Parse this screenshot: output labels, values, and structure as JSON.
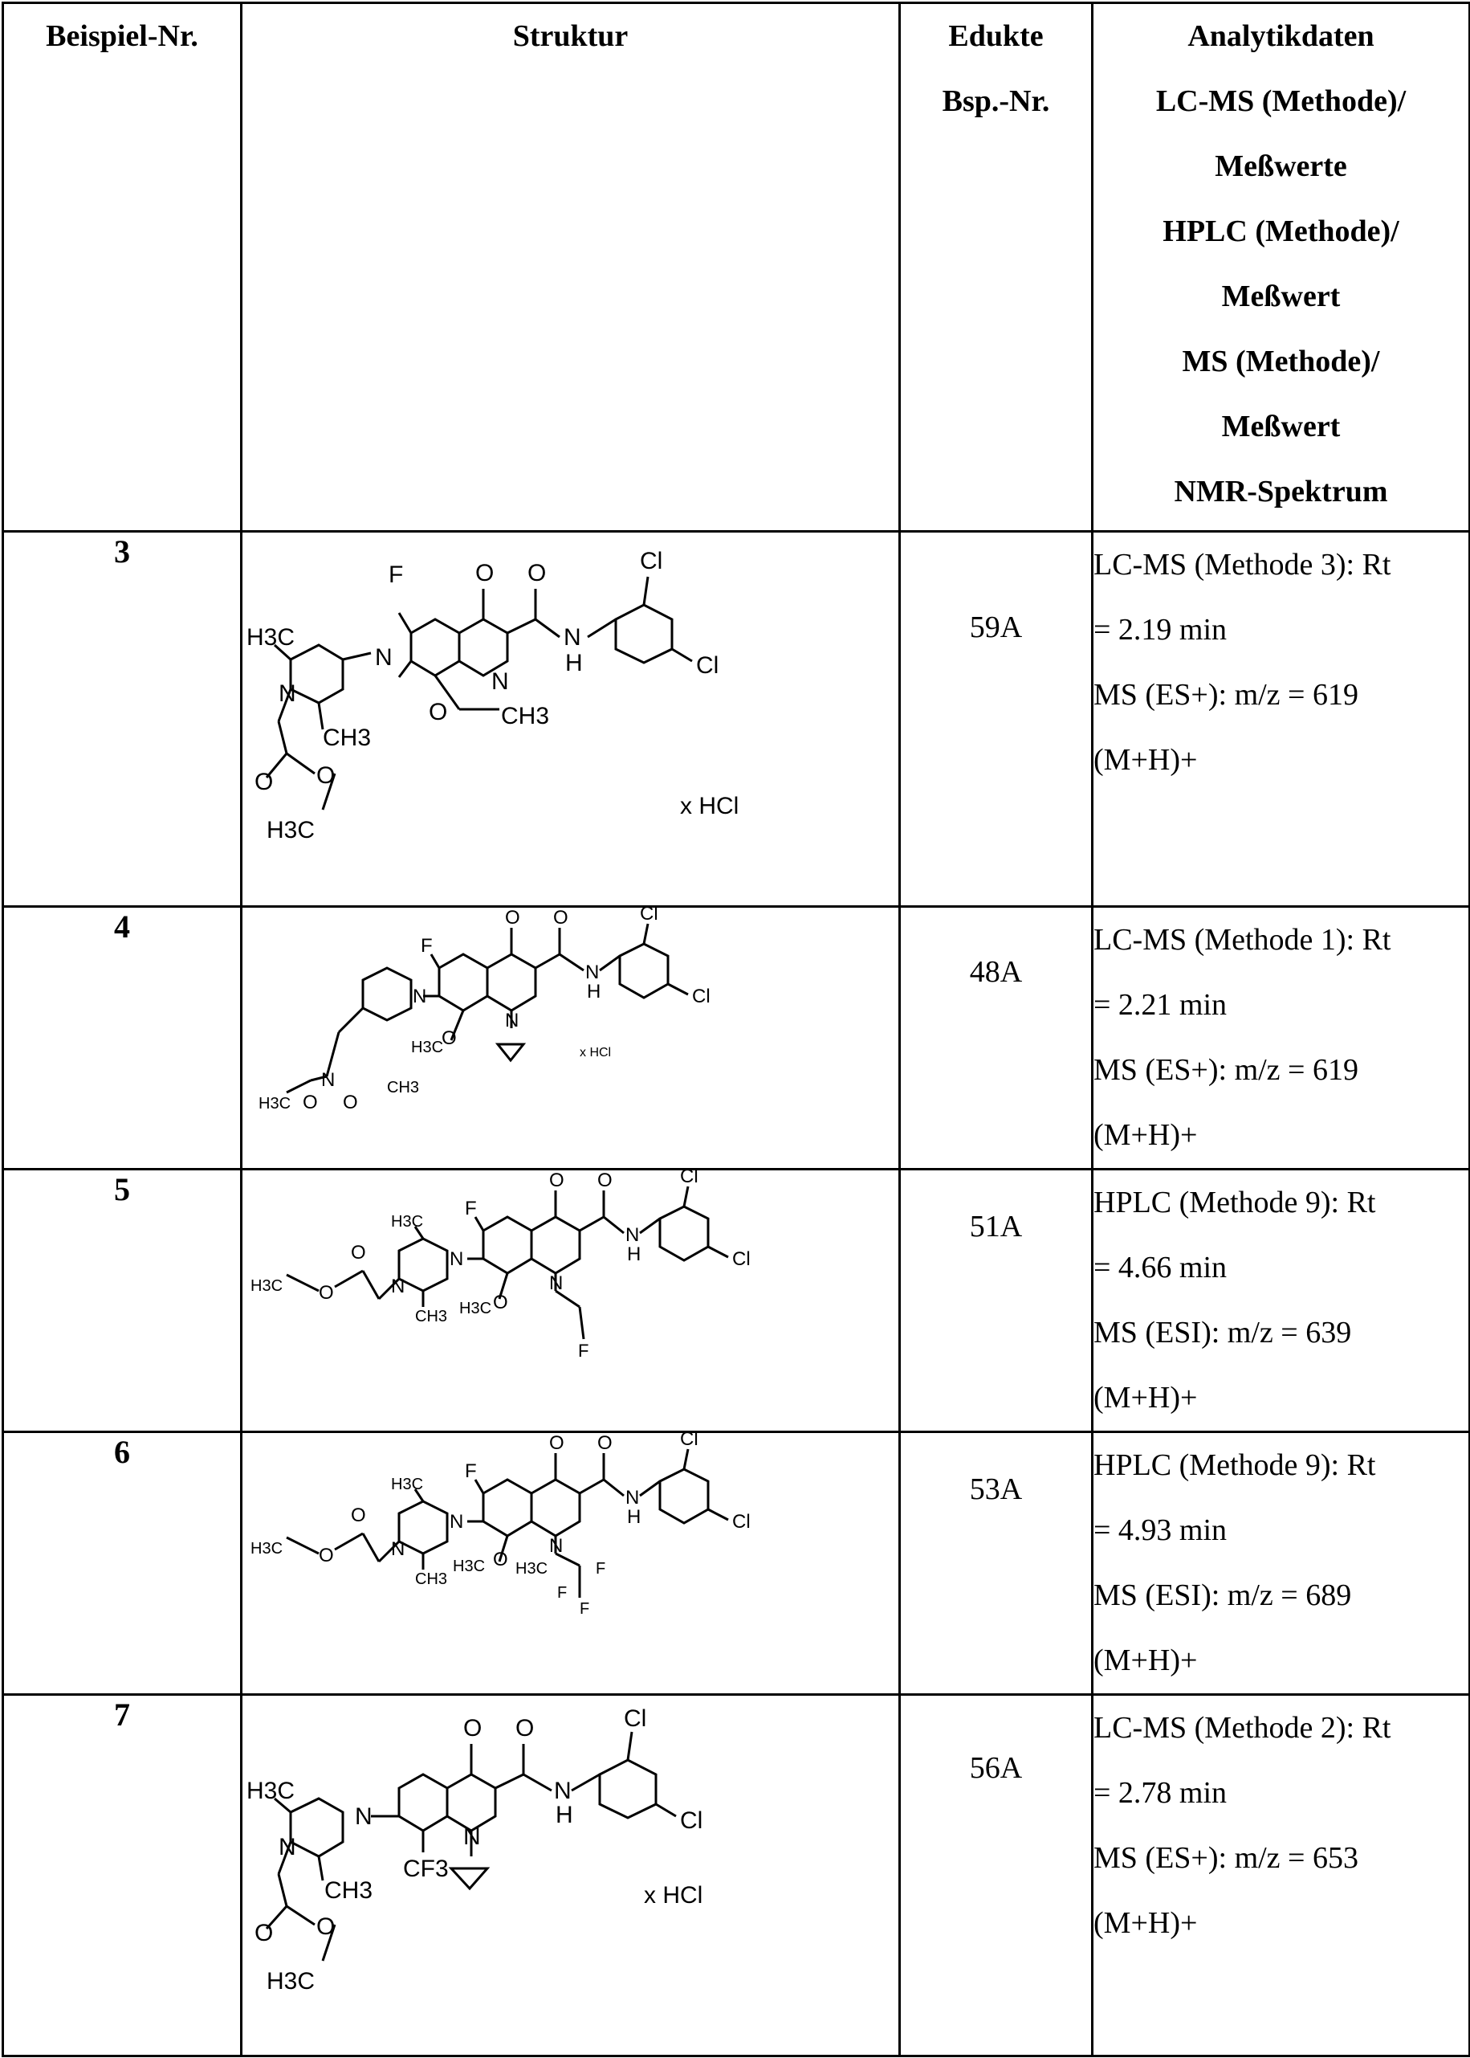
{
  "header": {
    "col1": "Beispiel-Nr.",
    "col2": "Struktur",
    "col3": [
      "Edukte",
      "Bsp.-Nr."
    ],
    "col4": [
      "Analytikdaten",
      "LC-MS (Methode)/",
      "Meßwerte",
      "HPLC (Methode)/",
      "Meßwert",
      "MS (Methode)/",
      "Meßwert",
      "NMR-Spektrum"
    ]
  },
  "rows": [
    {
      "nr": "3",
      "edukt": "59A",
      "analytik": [
        "LC-MS (Methode 3): Rt",
        "= 2.19 min",
        "MS  (ES+):  m/z = 619",
        "(M+H)+"
      ],
      "labels": {
        "F": "F",
        "O1": "O",
        "O2": "O",
        "Cl1": "Cl",
        "Cl2": "Cl",
        "NH": "N",
        "H": "H",
        "N1": "N",
        "N2": "N",
        "N3": "N",
        "O3": "O",
        "CH3a": "CH3",
        "H3C1": "H3C",
        "CH3b": "CH3",
        "O4": "O",
        "O5": "O",
        "H3C2": "H3C",
        "salt": "x HCl"
      }
    },
    {
      "nr": "4",
      "edukt": "48A",
      "analytik": [
        "LC-MS (Methode 1): Rt",
        "= 2.21 min",
        "MS  (ES+):  m/z = 619",
        "(M+H)+"
      ],
      "labels": {
        "F": "F",
        "O1": "O",
        "O2": "O",
        "Cl1": "Cl",
        "Cl2": "Cl",
        "NH": "N",
        "H": "H",
        "N1": "N",
        "N2": "N",
        "N3": "N",
        "OMe": "H3C",
        "O3": "O",
        "CH3": "CH3",
        "H3C": "H3C",
        "O4": "O",
        "O5": "O",
        "salt": "x HCl"
      }
    },
    {
      "nr": "5",
      "edukt": "51A",
      "analytik": [
        "HPLC  (Methode  9):  Rt",
        "= 4.66 min",
        "MS   (ESI):   m/z = 639",
        "(M+H)+"
      ],
      "labels": {
        "F": "F",
        "O1": "O",
        "O2": "O",
        "Cl1": "Cl",
        "Cl2": "Cl",
        "NH": "N",
        "H": "H",
        "N1": "N",
        "N2": "N",
        "N3": "N",
        "H3Ca": "H3C",
        "CH3": "CH3",
        "OMe": "H3C",
        "O3": "O",
        "H3Cb": "H3C",
        "O4": "O",
        "O5": "O",
        "F2": "F"
      }
    },
    {
      "nr": "6",
      "edukt": "53A",
      "analytik": [
        "HPLC (Methode 9): Rt",
        "= 4.93 min",
        "MS (ESI): m/z = 689",
        "(M+H)+"
      ],
      "labels": {
        "F": "F",
        "O1": "O",
        "O2": "O",
        "Cl1": "Cl",
        "Cl2": "Cl",
        "NH": "N",
        "H": "H",
        "N1": "N",
        "N2": "N",
        "N3": "N",
        "H3Ca": "H3C",
        "CH3": "CH3",
        "OMe": "H3C",
        "O3": "O",
        "H3Cb": "H3C",
        "H3Cc": "H3C",
        "O4": "O",
        "O5": "O",
        "Fa": "F",
        "Fb": "F",
        "Fc": "F"
      }
    },
    {
      "nr": "7",
      "edukt": "56A",
      "analytik": [
        "LC-MS (Methode 2): Rt",
        "= 2.78 min",
        "MS (ES+): m/z = 653",
        "(M+H)+"
      ],
      "labels": {
        "O1": "O",
        "O2": "O",
        "Cl1": "Cl",
        "Cl2": "Cl",
        "NH": "N",
        "H": "H",
        "N1": "N",
        "N2": "N",
        "N3": "N",
        "H3C1": "H3C",
        "CF3": "CF3",
        "CH3": "CH3",
        "O4": "O",
        "O5": "O",
        "H3C2": "H3C",
        "salt": "x HCl"
      }
    }
  ]
}
